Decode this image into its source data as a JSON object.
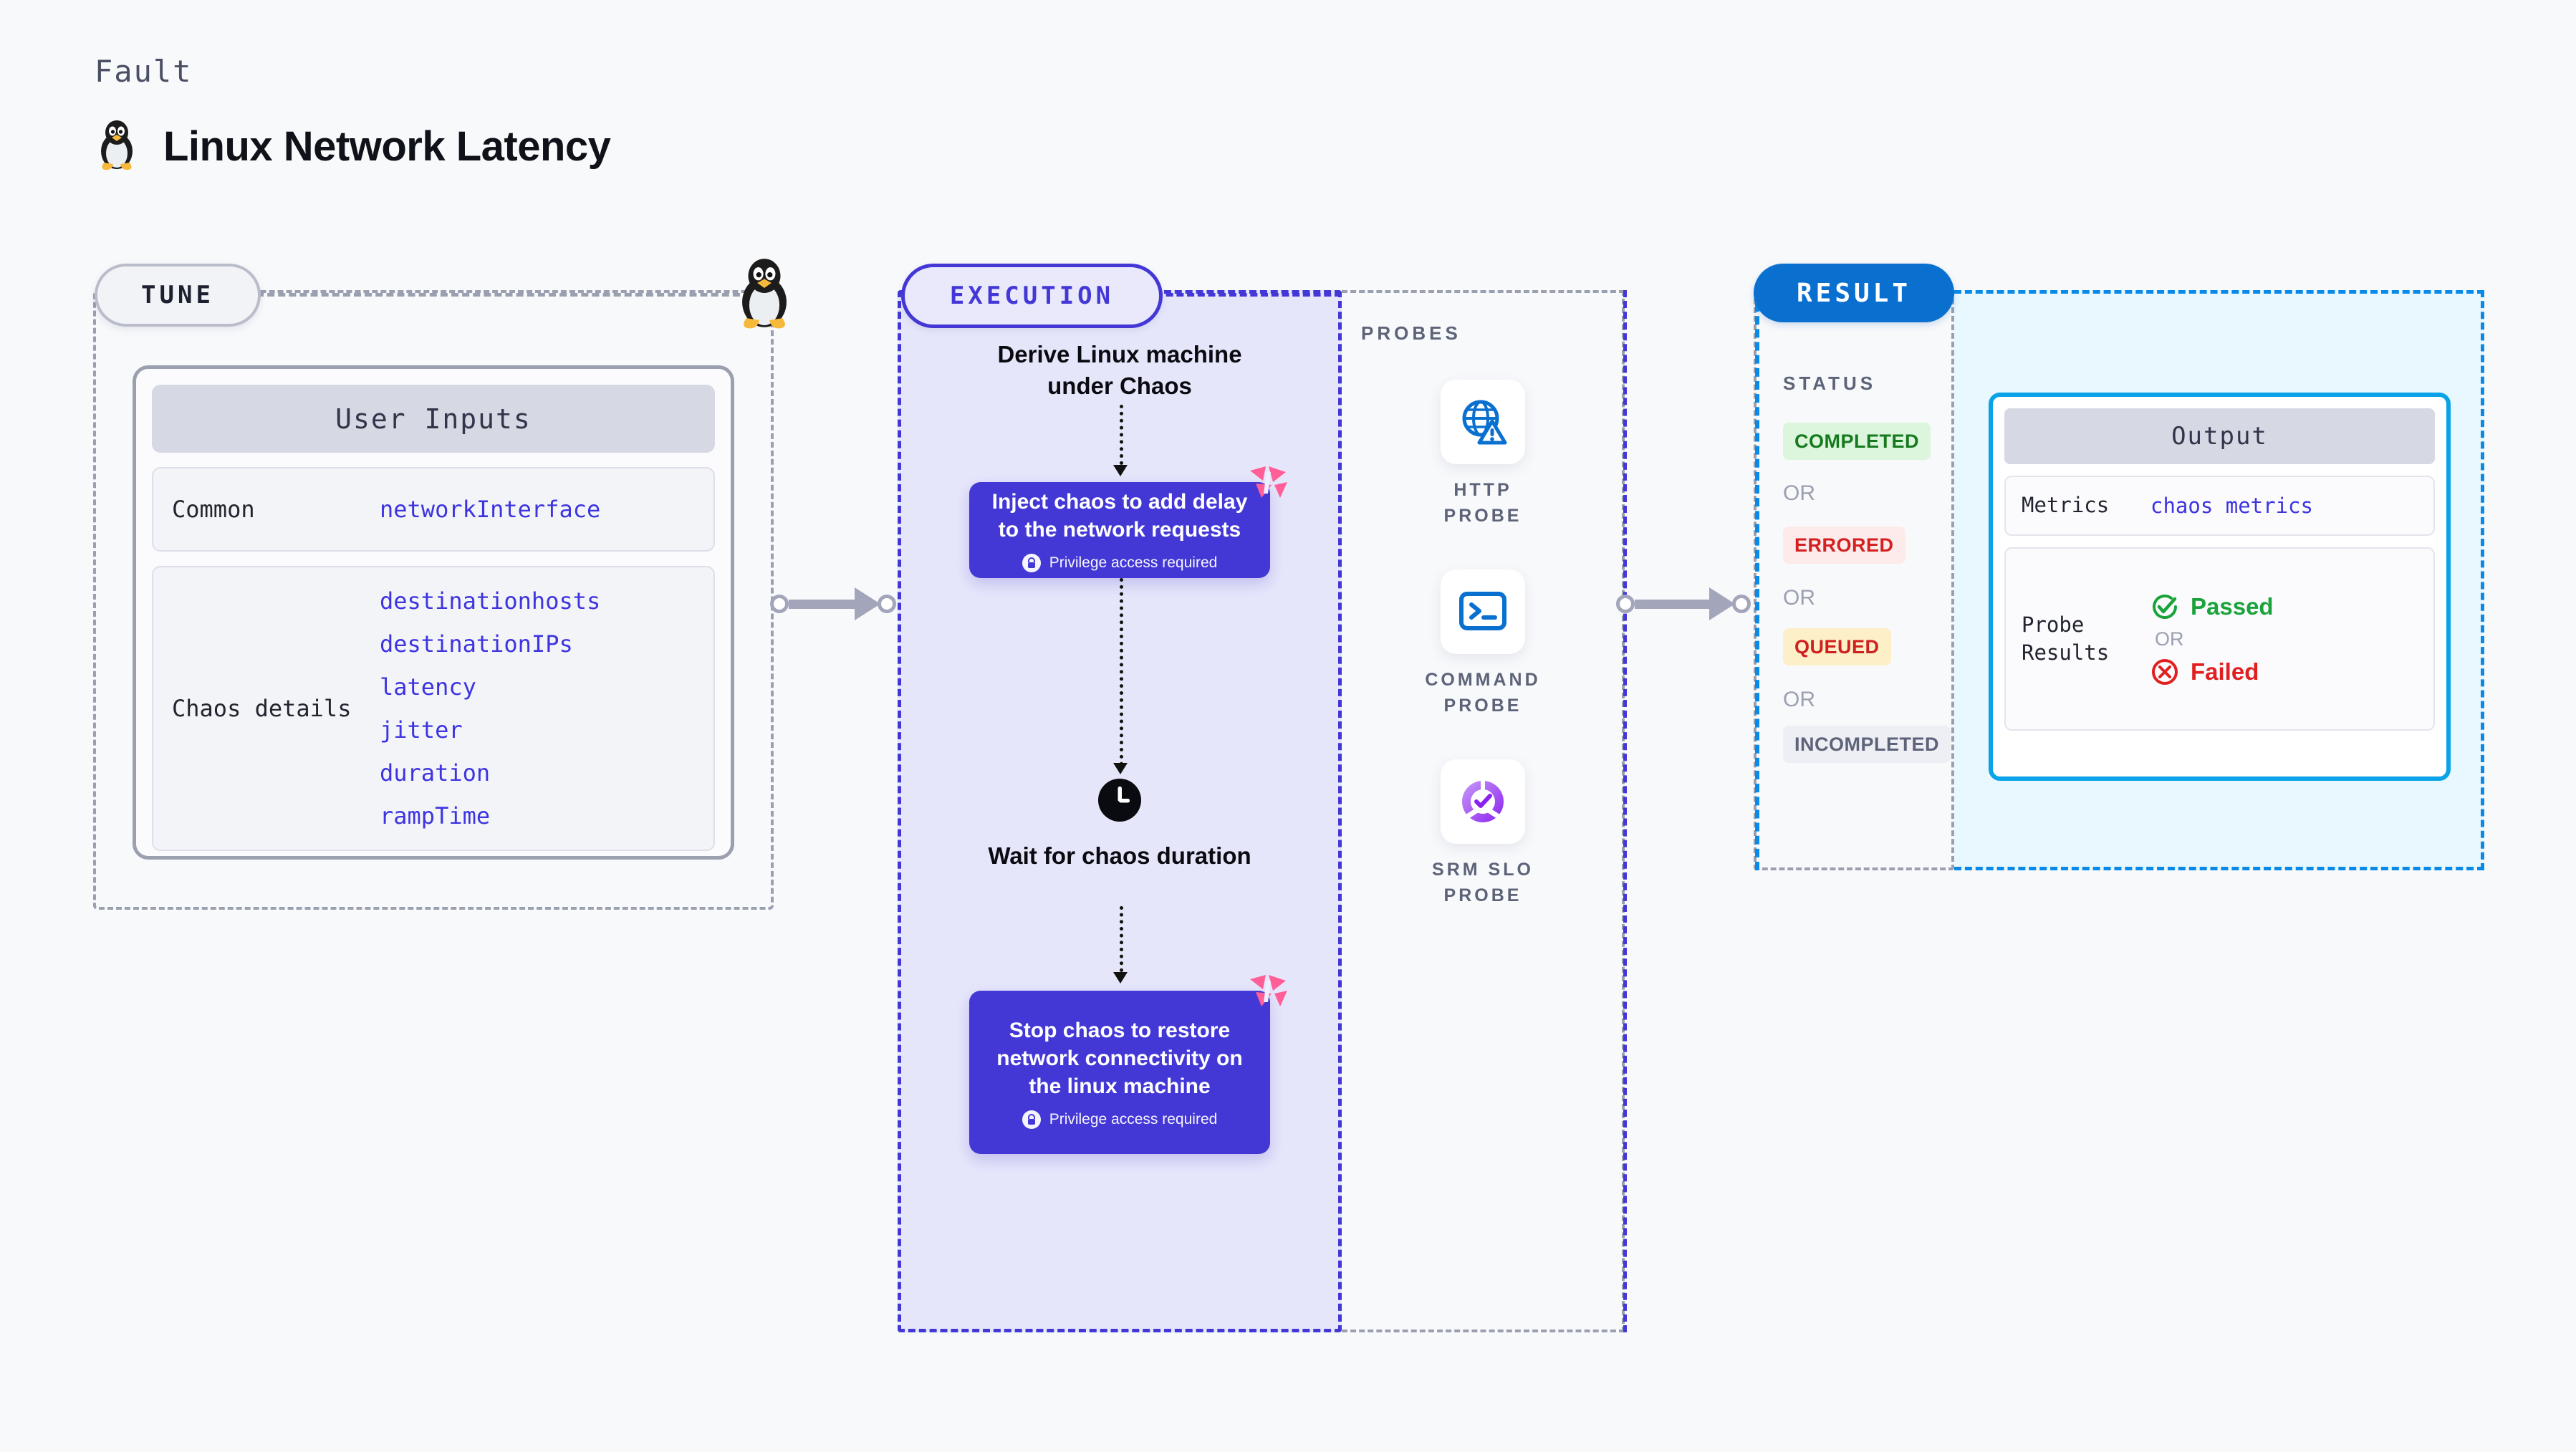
{
  "header": {
    "kicker": "Fault",
    "title": "Linux Network Latency",
    "icon": "tux-linux-penguin-icon"
  },
  "tune": {
    "pill_label": "TUNE",
    "edge_icon": "tux-linux-penguin-icon",
    "card_title": "User Inputs",
    "rows": [
      {
        "key": "Common",
        "values": [
          "networkInterface"
        ]
      },
      {
        "key": "Chaos details",
        "values": [
          "destinationhosts",
          "destinationIPs",
          "latency",
          "jitter",
          "duration",
          "rampTime"
        ]
      }
    ]
  },
  "execution": {
    "pill_label": "EXECUTION",
    "steps": [
      {
        "type": "title",
        "text": "Derive Linux machine under Chaos"
      },
      {
        "type": "chaos-box",
        "text": "Inject chaos to add delay to the network requests",
        "privilege": "Privilege access required",
        "badge": "harness-chaos-logo-icon",
        "lock": "lock-icon"
      },
      {
        "type": "wait",
        "icon": "clock-icon",
        "text": "Wait for chaos duration"
      },
      {
        "type": "chaos-box",
        "text": "Stop chaos to restore network connectivity on the linux machine",
        "privilege": "Privilege access required",
        "badge": "harness-chaos-logo-icon",
        "lock": "lock-icon"
      }
    ]
  },
  "probes": {
    "section_label": "PROBES",
    "items": [
      {
        "label": "HTTP PROBE",
        "icon": "globe-warning-icon"
      },
      {
        "label": "COMMAND PROBE",
        "icon": "terminal-icon"
      },
      {
        "label": "SRM SLO PROBE",
        "icon": "slo-donut-check-icon"
      }
    ]
  },
  "result": {
    "pill_label": "RESULT",
    "status_label": "STATUS",
    "or_label": "OR",
    "statuses": [
      {
        "label": "COMPLETED",
        "bg": "#dcf5dd",
        "fg": "#157a1e"
      },
      {
        "label": "ERRORED",
        "bg": "#fdeaea",
        "fg": "#d32020"
      },
      {
        "label": "QUEUED",
        "bg": "#fdefc7",
        "fg": "#cf2020"
      },
      {
        "label": "INCOMPLETED",
        "bg": "#eeeff4",
        "fg": "#5d6378"
      }
    ]
  },
  "output": {
    "card_title": "Output",
    "metrics_key": "Metrics",
    "metrics_value": "chaos metrics",
    "probe_results_key": "Probe Results",
    "passed_label": "Passed",
    "failed_label": "Failed",
    "or_label": "OR",
    "passed_icon": "check-circle-icon",
    "failed_icon": "x-circle-icon"
  },
  "connectors": [
    {
      "name": "tune-to-execution-arrow"
    },
    {
      "name": "probes-to-result-arrow"
    }
  ],
  "colors": {
    "page_bg": "#f8f9fb",
    "accent_purple": "#4338d6",
    "accent_blue": "#0a70d0",
    "accent_cyan": "#0aa3e8",
    "gray_dash": "#9aa0b0",
    "exec_fill": "#e6e6fb",
    "output_fill": "#e8f8fe",
    "pink_badge": "#ff5f96",
    "pass_green": "#1aa33b",
    "fail_red": "#e02020"
  }
}
